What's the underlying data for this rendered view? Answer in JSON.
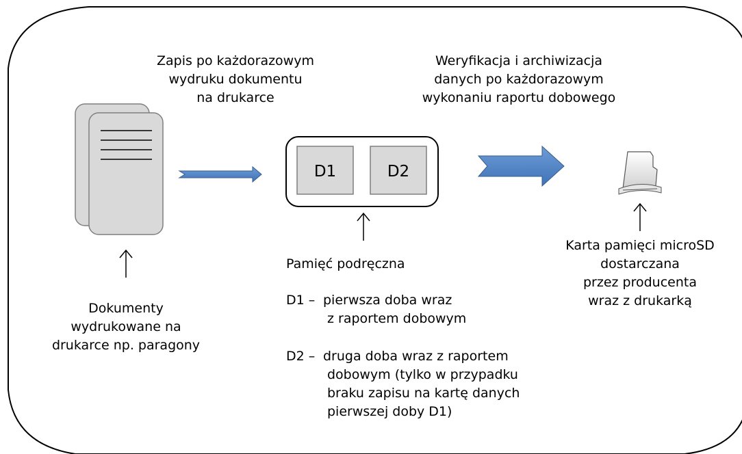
{
  "arrow_label_left": [
    "Zapis po każdorazowym",
    "wydruku dokumentu",
    "na drukarce"
  ],
  "arrow_label_right": [
    "Weryfikacja i archiwizacja",
    "danych po każdorazowym",
    "wykonaniu raportu dobowego"
  ],
  "memory_blocks": [
    {
      "label": "D1"
    },
    {
      "label": "D2"
    }
  ],
  "memory_caption": "Pamięć podręczna",
  "legend": [
    {
      "key": "D1 –",
      "lines": [
        "pierwsza doba wraz",
        "z raportem dobowym"
      ]
    },
    {
      "key": "D2 –",
      "lines": [
        "druga doba wraz z raportem",
        "dobowym (tylko w przypadku",
        "braku zapisu na kartę danych",
        "pierwszej doby D1)"
      ]
    }
  ],
  "documents_caption": [
    "Dokumenty",
    "wydrukowane na",
    "drukarce np. paragony"
  ],
  "card_caption": [
    "Karta pamięci microSD",
    "dostarczana",
    "przez producenta",
    "wraz z drukarką"
  ],
  "colors": {
    "arrow_fill": "#4f81bd",
    "arrow_stroke": "#385d8a",
    "block_fill": "#d9d9d9",
    "document_fill": "#d9d9d9",
    "outline": "#000000"
  },
  "icons": [
    "document-stack-icon",
    "microsd-card-icon",
    "up-arrow-icon"
  ]
}
